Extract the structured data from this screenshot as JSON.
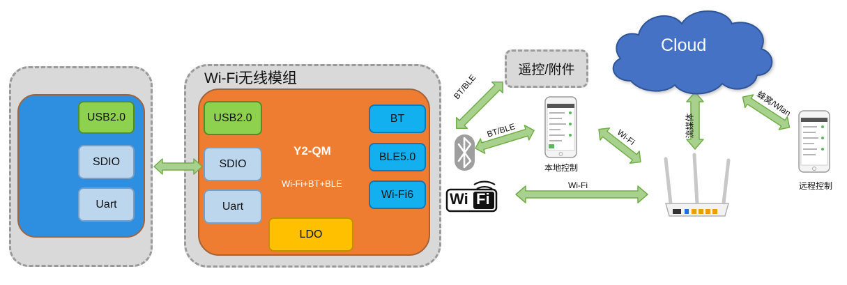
{
  "host": {
    "blocks": [
      "USB2.0",
      "SDIO",
      "Uart"
    ]
  },
  "module": {
    "title": "Wi-Fi无线模组",
    "chip_name": "Y2-QM",
    "chip_desc": "Wi-Fi+BT+BLE",
    "left_blocks": [
      "USB2.0",
      "SDIO",
      "Uart"
    ],
    "right_blocks": [
      "BT",
      "BLE5.0",
      "Wi-Fi6"
    ],
    "ldo": "LDO"
  },
  "remote_accessory": "遥控/附件",
  "cloud": "Cloud",
  "wifi_logo": {
    "wi": "Wi",
    "fi": "Fi"
  },
  "labels": {
    "bt_ble_upper": "BT/BLE",
    "bt_ble_lower": "BT/BLE",
    "wifi_phone_router": "Wi-Fi",
    "wifi_long": "Wi-Fi",
    "streaming": "流媒体",
    "cellular_wlan": "蜂窝/Wlan",
    "local_control": "本地控制",
    "remote_control": "远程控制"
  },
  "colors": {
    "arrow_fill": "#a9d18e",
    "arrow_stroke": "#70ad47",
    "cloud_fill": "#4472c4",
    "module_orange": "#ef7d31",
    "host_blue": "#2e8ee0"
  }
}
